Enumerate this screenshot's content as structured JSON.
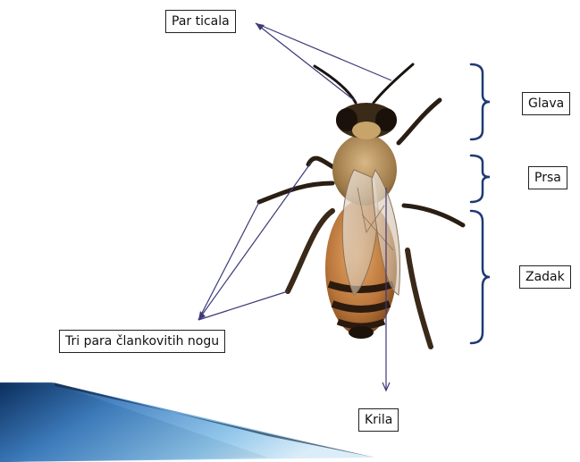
{
  "diagram": {
    "labels": {
      "antennae": "Par ticala",
      "head": "Glava",
      "thorax": "Prsa",
      "abdomen": "Zadak",
      "legs": "Tri para člankovitih  nogu",
      "wings": "Krila"
    },
    "colors": {
      "pointer": "#3d3a78",
      "bracket": "#1f3a72",
      "banner_light": "#8ec5ea",
      "banner_mid": "#3f7fc1",
      "banner_dark": "#0b2f5f"
    },
    "image": "honeybee-photo"
  }
}
